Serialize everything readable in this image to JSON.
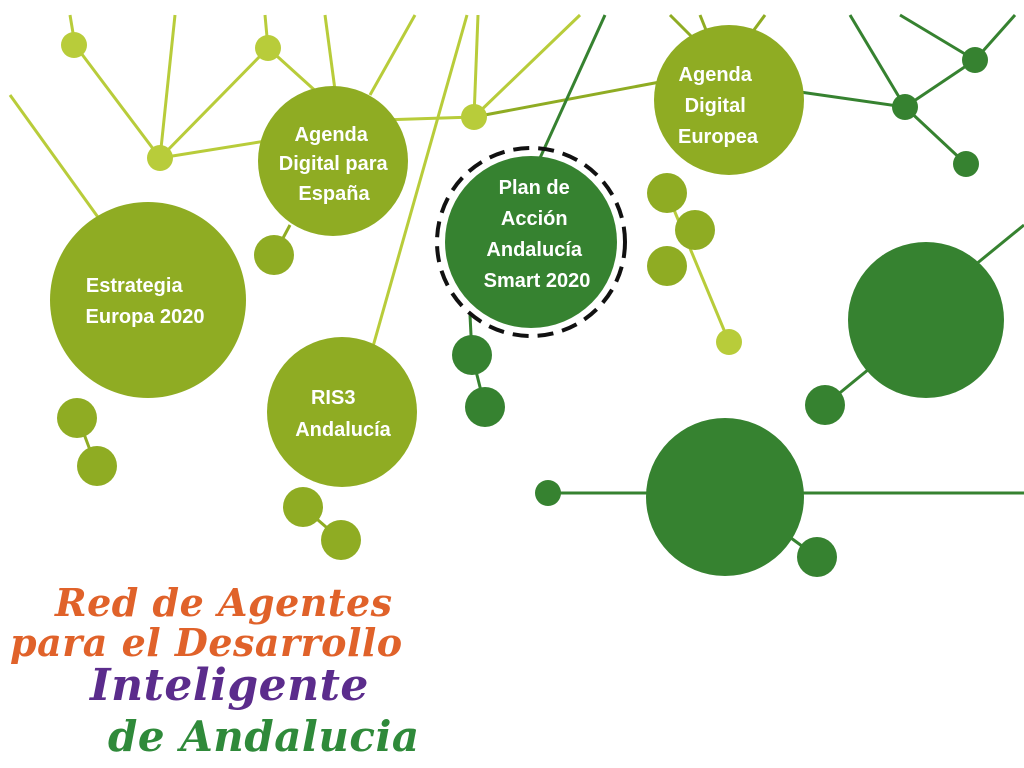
{
  "colors": {
    "lime": "#8fac23",
    "light_line": "#b8cc3a",
    "dark_green": "#368230",
    "logo_orange": "#e0622a",
    "logo_purple": "#5b2c8c",
    "logo_green": "#2f8a3a"
  },
  "nodes": {
    "estrategia": [
      "Estrategia",
      "Europa 2020"
    ],
    "agenda_espana": [
      "Agenda",
      "Digital  para",
      "España"
    ],
    "plan_accion": [
      "Plan de",
      "Acción",
      "Andalucía",
      "Smart 2020"
    ],
    "agenda_europea": [
      "Agenda",
      "Digital",
      "Europea"
    ],
    "ris3": [
      "RIS3",
      "Andalucía"
    ]
  },
  "logo": {
    "line1": "Red de Agentes",
    "line2": "para el Desarrollo",
    "line3": "Inteligente",
    "line4": "de Andalucia"
  }
}
